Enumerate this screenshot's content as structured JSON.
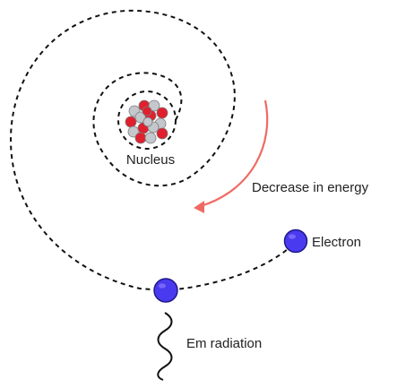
{
  "labels": {
    "nucleus": "Nucleus",
    "energy": "Decrease in energy",
    "electron": "Electron",
    "radiation": "Em radiation"
  },
  "colors": {
    "path": "#111111",
    "arrow": "#ee6b63",
    "electron_fill": "#4a3aef",
    "electron_stroke": "#1e1a8a",
    "proton": "#e0202e",
    "neutron": "#c4c7cc",
    "nucleon_stroke": "#7a7a7a",
    "wave": "#111111"
  },
  "icons": {
    "nucleus": "nucleus-cluster-icon",
    "electron": "electron-sphere-icon",
    "radiation": "wavy-line-icon",
    "arrow": "curved-arrow-icon"
  }
}
